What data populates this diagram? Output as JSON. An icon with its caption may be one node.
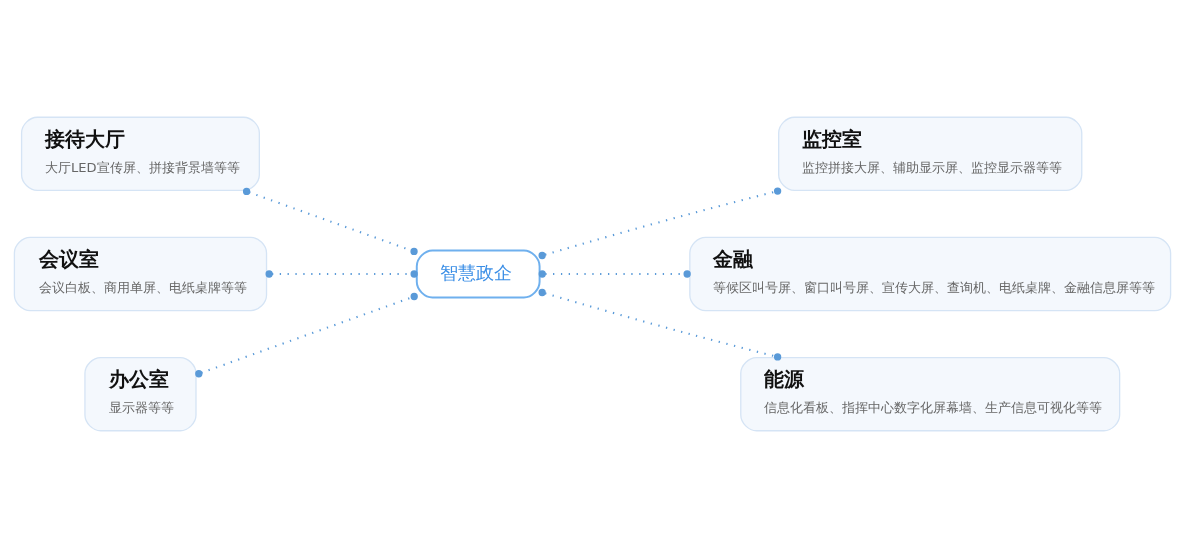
{
  "diagram": {
    "nodes": [
      {
        "text": [
          "接待大厅",
          "大厅LED宣传屏、拼接背景墙等等"
        ]
      },
      {
        "text": [
          "监控室",
          "监控拼接大屏、辅助显示屏、监控显示器等等"
        ]
      },
      {
        "text": [
          "会议室",
          "会议白板、商用单屏、电纸桌牌等等"
        ]
      },
      {
        "text": [
          "智慧政企"
        ]
      },
      {
        "text": [
          "金融",
          "等候区叫号屏、窗口叫号屏、宣传大屏、查询机、电纸桌牌、金融信息屏等等"
        ]
      },
      {
        "text": [
          "办公室",
          "显示器等等"
        ]
      },
      {
        "text": [
          "能源",
          "信息化看板、指挥中心数字化屏幕墙、生产信息可视化等等"
        ]
      }
    ],
    "edges": [
      {
        "from": 3,
        "to": 0,
        "arrow": "other",
        "style": "dashed"
      },
      {
        "from": 3,
        "to": 1,
        "arrow": "other",
        "style": "dashed"
      },
      {
        "from": 3,
        "to": 2,
        "arrow": "other",
        "style": "dashed"
      },
      {
        "from": 3,
        "to": 4,
        "arrow": "other",
        "style": "dashed"
      },
      {
        "from": 3,
        "to": 5,
        "arrow": "other",
        "style": "dashed"
      },
      {
        "from": 3,
        "to": 6,
        "arrow": "other",
        "style": "dashed"
      }
    ]
  }
}
